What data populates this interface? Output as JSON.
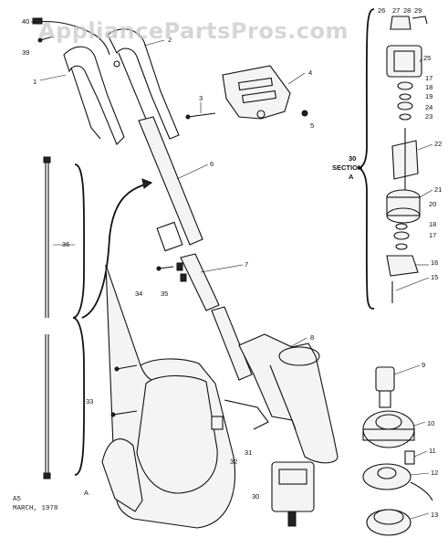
{
  "watermark": "AppliancePartsPros.com",
  "section_label": {
    "number": "30",
    "word": "SECTION",
    "letter": "A"
  },
  "footer_note": {
    "line1": "A5",
    "line2": "MARCH, 1978"
  },
  "callouts": {
    "c1": "1",
    "c2": "2",
    "c3": "3",
    "c4": "4",
    "c5": "5",
    "c6": "6",
    "c7": "7",
    "c8": "8",
    "c9": "9",
    "c10": "10",
    "c11": "11",
    "c12": "12",
    "c13": "13",
    "c15": "15",
    "c16": "16",
    "c17a": "17",
    "c17b": "17",
    "c18a": "18",
    "c18b": "18",
    "c19": "19",
    "c20": "20",
    "c21": "21",
    "c22": "22",
    "c23": "23",
    "c24": "24",
    "c25": "25",
    "c26": "26",
    "c27": "27",
    "c28": "28",
    "c29": "29",
    "c30": "30",
    "c31": "31",
    "c32": "32",
    "c33": "33",
    "c34": "34",
    "c35": "35",
    "c36": "36",
    "c39": "39",
    "c40": "40",
    "cA": "A"
  }
}
